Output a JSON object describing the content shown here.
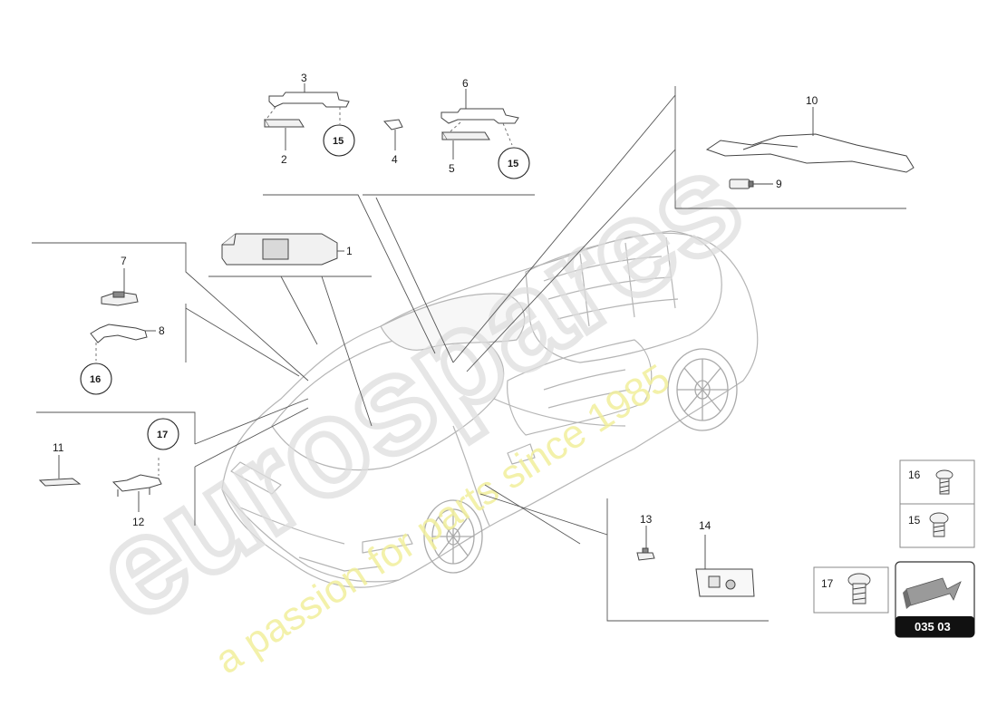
{
  "watermark": {
    "brand": "eurospares",
    "tagline": "a passion for parts since 1985"
  },
  "parts": [
    {
      "id": "p1",
      "label": "1"
    },
    {
      "id": "p2",
      "label": "2"
    },
    {
      "id": "p3",
      "label": "3"
    },
    {
      "id": "p4",
      "label": "4"
    },
    {
      "id": "p5",
      "label": "5"
    },
    {
      "id": "p6",
      "label": "6"
    },
    {
      "id": "p7",
      "label": "7"
    },
    {
      "id": "p8",
      "label": "8"
    },
    {
      "id": "p9",
      "label": "9"
    },
    {
      "id": "p10",
      "label": "10"
    },
    {
      "id": "p11",
      "label": "11"
    },
    {
      "id": "p12",
      "label": "12"
    },
    {
      "id": "p13",
      "label": "13"
    },
    {
      "id": "p14",
      "label": "14"
    }
  ],
  "circled_refs": [
    {
      "id": "c15a",
      "label": "15"
    },
    {
      "id": "c15b",
      "label": "15"
    },
    {
      "id": "c16",
      "label": "16"
    },
    {
      "id": "c17",
      "label": "17"
    }
  ],
  "legend": {
    "item16": "16",
    "item15": "15",
    "item17": "17"
  },
  "page_ref": "035 03"
}
